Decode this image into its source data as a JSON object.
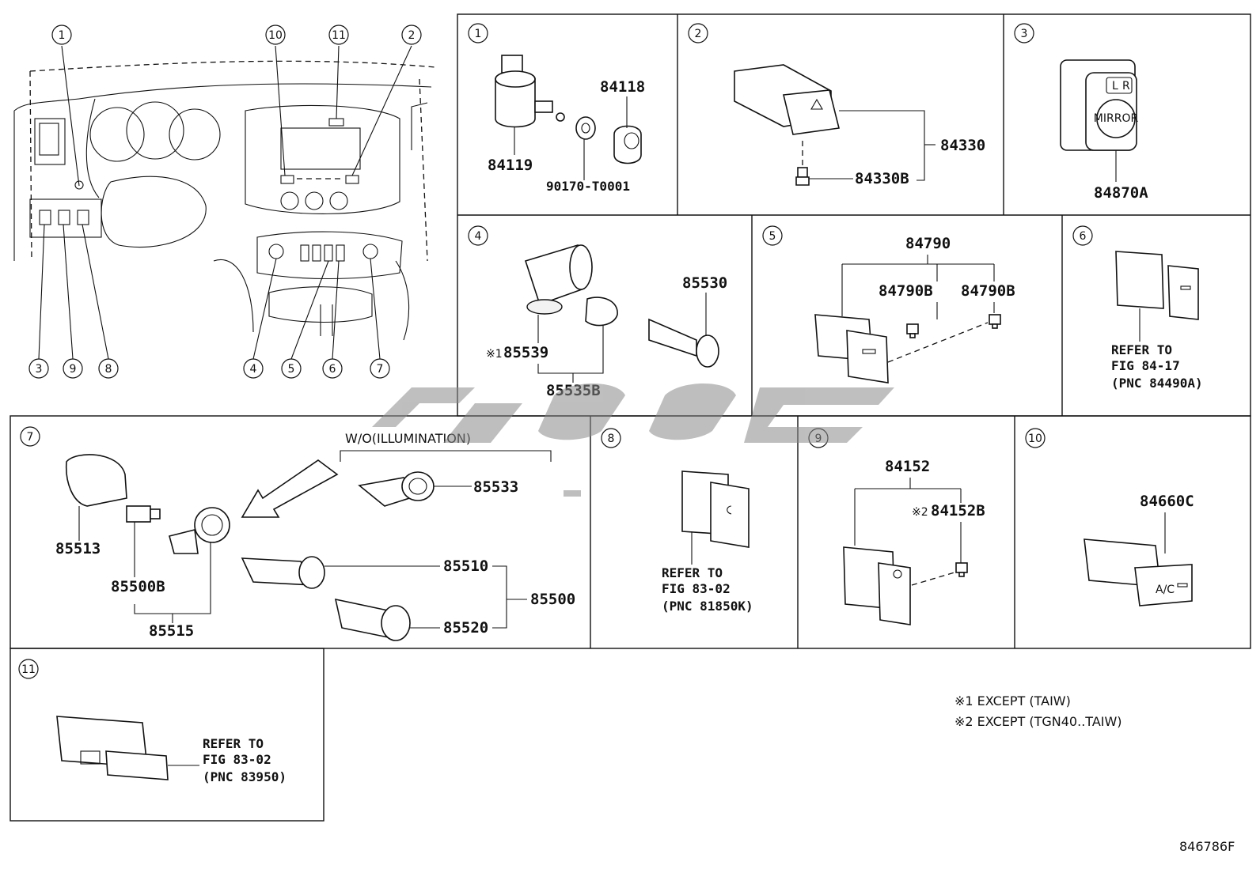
{
  "diagram_id": "846786F",
  "watermark": "tiyqc",
  "notes": [
    "※1  EXCEPT (TAIW)",
    "※2  EXCEPT (TGN40..TAIW)"
  ],
  "overview": {
    "callouts": [
      "1",
      "10",
      "11",
      "2",
      "3",
      "9",
      "8",
      "4",
      "5",
      "6",
      "7"
    ]
  },
  "panels": {
    "p1": {
      "num": "1",
      "parts": {
        "a": "84118",
        "b": "84119",
        "c": "90170-T0001"
      }
    },
    "p2": {
      "num": "2",
      "parts": {
        "a": "84330",
        "b": "84330B"
      }
    },
    "p3": {
      "num": "3",
      "parts": {
        "a": "84870A"
      },
      "switch_text": {
        "l": "L",
        "r": "R",
        "mirror": "MIRROR"
      }
    },
    "p4": {
      "num": "4",
      "parts": {
        "a": "85530",
        "b": "85539",
        "b_mark": "※1",
        "c": "85535B"
      }
    },
    "p5": {
      "num": "5",
      "parts": {
        "a": "84790",
        "b": "84790B",
        "c": "84790B"
      }
    },
    "p6": {
      "num": "6",
      "refer": [
        "REFER TO",
        "FIG 84-17",
        "(PNC 84490A)"
      ]
    },
    "p7": {
      "num": "7",
      "variant": "W/O(ILLUMINATION)",
      "parts": {
        "a": "85513",
        "b": "85533",
        "c": "85500B",
        "d": "85510",
        "e": "85500",
        "f": "85515",
        "g": "85520"
      }
    },
    "p8": {
      "num": "8",
      "refer": [
        "REFER TO",
        "FIG 83-02",
        "(PNC 81850K)"
      ]
    },
    "p9": {
      "num": "9",
      "parts": {
        "a": "84152",
        "b": "84152B",
        "b_mark": "※2"
      }
    },
    "p10": {
      "num": "10",
      "parts": {
        "a": "84660C"
      },
      "switch_text": "A/C"
    },
    "p11": {
      "num": "11",
      "refer": [
        "REFER TO",
        "FIG 83-02",
        "(PNC 83950)"
      ]
    }
  }
}
